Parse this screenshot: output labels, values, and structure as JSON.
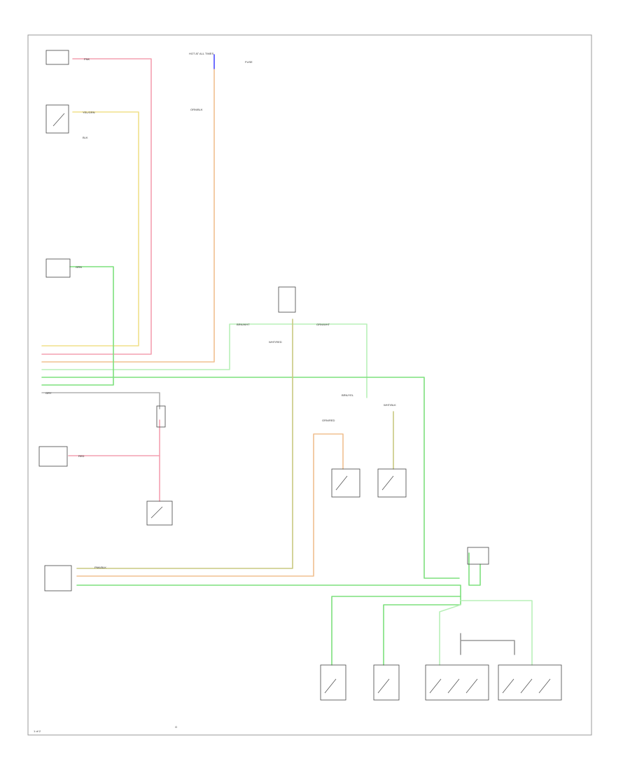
{
  "colors": {
    "pink": "#f4a0b0",
    "yellow": "#f0e08a",
    "orange": "#f0c090",
    "green": "#7de07d",
    "light_green": "#b8f0b8",
    "olive": "#c8c880",
    "blue": "#4a4aff",
    "frame": "#9a9a9a"
  },
  "labels": {
    "top_fuse": "HOT AT ALL TIMES",
    "fuse_note": "FUSE",
    "wire_pink": "PNK",
    "wire_yellow": "YEL/GRN",
    "wire_blk": "BLK",
    "wire_orange": "ORN/BLK",
    "wire_grn": "GRN",
    "wire_brn": "BRN/WHT",
    "wire_grn_wht": "GRN/WHT",
    "wire_wht": "WHT/RED",
    "wire_brn_yel": "BRN/YEL",
    "wire_wht_blk": "WHT/BLK",
    "wire_grn_red": "GRN/RED",
    "wire_red": "RED",
    "wire_gry": "GRY",
    "wire_pnk_blk": "PNK/BLK",
    "ground": "G",
    "page_ref": "1 of 2"
  }
}
